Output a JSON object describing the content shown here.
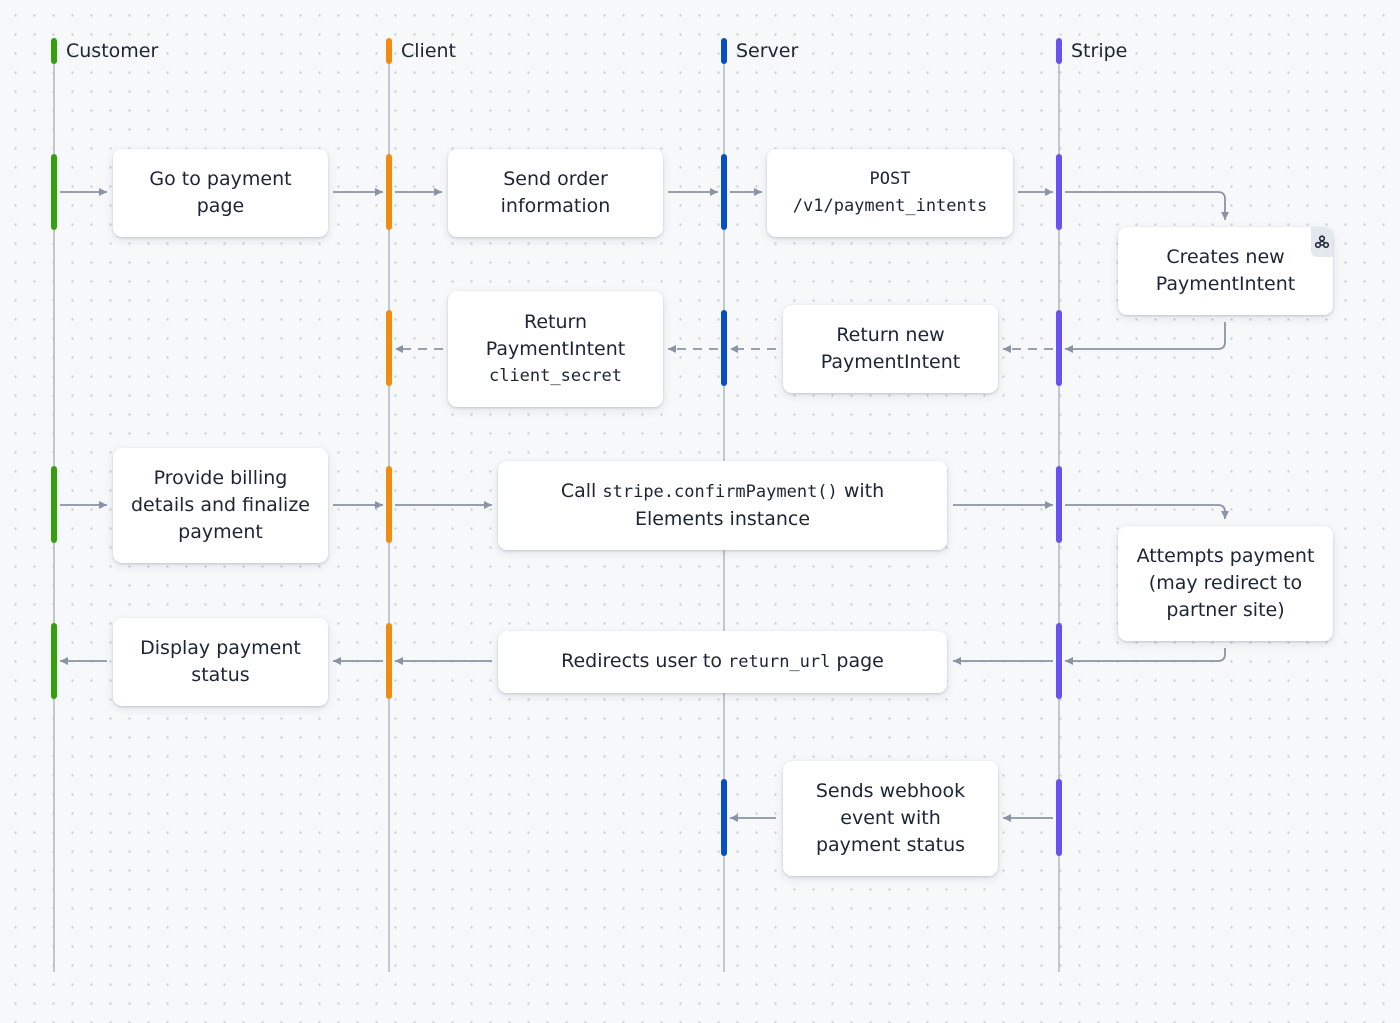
{
  "lanes": [
    {
      "name": "Customer",
      "color": "#35a00e"
    },
    {
      "name": "Client",
      "color": "#f08c10"
    },
    {
      "name": "Server",
      "color": "#0a4fbf"
    },
    {
      "name": "Stripe",
      "color": "#6552f0"
    }
  ],
  "steps": {
    "go_to_payment": "Go to payment\npage",
    "send_order": "Send order\ninformation",
    "post_line1": "POST",
    "post_line2": "/v1/payment_intents",
    "creates_pi": "Creates new\nPaymentIntent",
    "return_pi_line1": "Return",
    "return_pi_line2": "PaymentIntent",
    "return_pi_line3": "client_secret",
    "return_new_pi": "Return new\nPaymentIntent",
    "provide_billing": "Provide billing\ndetails and finalize\npayment",
    "call_prefix": "Call ",
    "call_code": "stripe.confirmPayment()",
    "call_suffix": " with",
    "call_line2": "Elements instance",
    "attempts_payment": "Attempts payment\n(may redirect to\npartner site)",
    "display_status": "Display payment\nstatus",
    "redirect_prefix": "Redirects user to ",
    "redirect_code": "return_url",
    "redirect_suffix": " page",
    "webhook": "Sends webhook\nevent with\npayment status"
  },
  "colors": {
    "lifeline": "#b6bdc8",
    "arrow": "#8a94a6",
    "webhook_badge": "#e3e7ee"
  },
  "icons": {
    "creates_pi_badge": "webhook-icon"
  }
}
